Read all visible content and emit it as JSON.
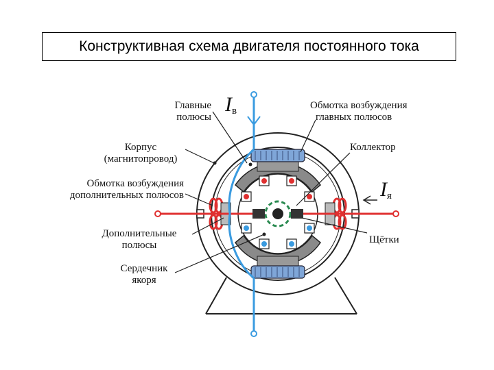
{
  "title": "Конструктивная схема двигателя постоянного тока",
  "labels": {
    "main_poles_1": "Главные",
    "main_poles_2": "полюсы",
    "excitation_main_1": "Обмотка возбуждения",
    "excitation_main_2": "главных полюсов",
    "housing_1": "Корпус",
    "housing_2": "(магнитопровод)",
    "commutator": "Коллектор",
    "excitation_aux_1": "Обмотка возбуждения",
    "excitation_aux_2": "дополнительных полюсов",
    "aux_poles_1": "Дополнительные",
    "aux_poles_2": "полюсы",
    "brushes": "Щётки",
    "armature_core_1": "Сердечник",
    "armature_core_2": "якоря"
  },
  "currents": {
    "field_symbol": "I",
    "field_sub": "в",
    "armature_symbol": "I",
    "armature_sub": "я"
  },
  "colors": {
    "field_current": "#3a9be0",
    "armature_current": "#e03030",
    "commutator_ring": "#2a8a50",
    "pole_gray": "#8a8a8a",
    "winding_blue": "#7fa6d8"
  }
}
